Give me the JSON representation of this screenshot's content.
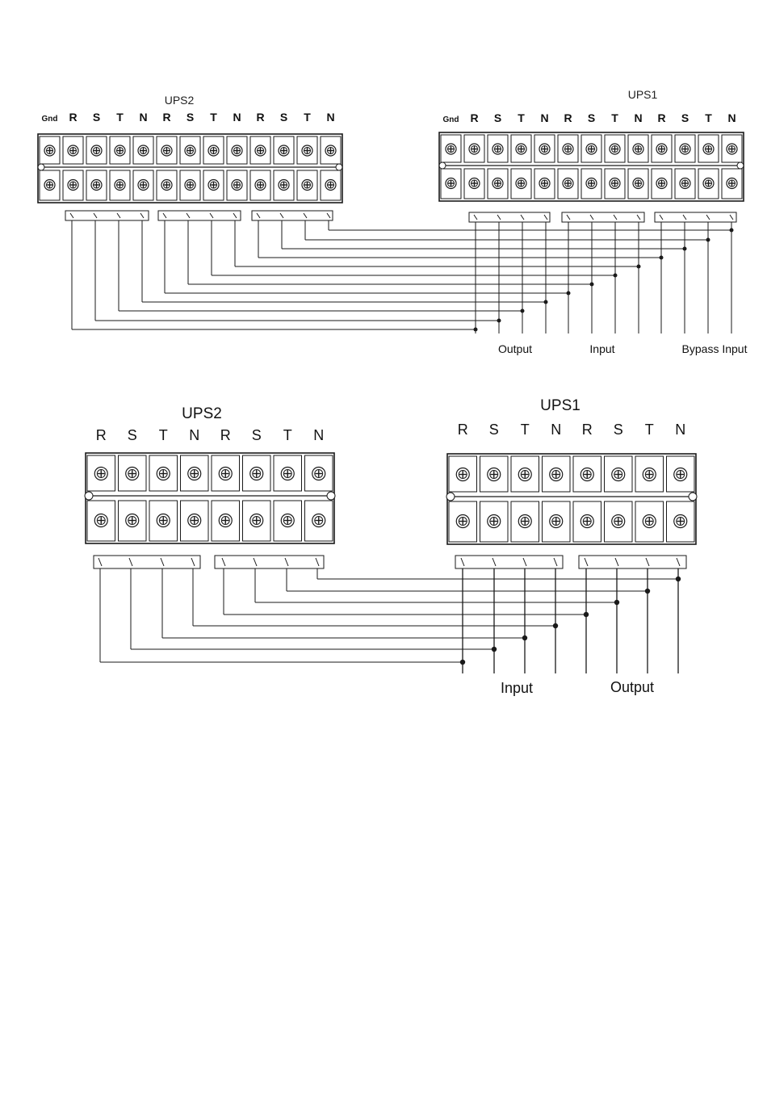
{
  "diagram1": {
    "ups2": {
      "title": "UPS2",
      "terminals": [
        "Gnd",
        "R",
        "S",
        "T",
        "N",
        "R",
        "S",
        "T",
        "N",
        "R",
        "S",
        "T",
        "N"
      ]
    },
    "ups1": {
      "title": "UPS1",
      "terminals": [
        "Gnd",
        "R",
        "S",
        "T",
        "N",
        "R",
        "S",
        "T",
        "N",
        "R",
        "S",
        "T",
        "N"
      ]
    },
    "groups": [
      "Output",
      "Input",
      "Bypass Input"
    ]
  },
  "diagram2": {
    "ups2": {
      "title": "UPS2",
      "terminals": [
        "R",
        "S",
        "T",
        "N",
        "R",
        "S",
        "T",
        "N"
      ]
    },
    "ups1": {
      "title": "UPS1",
      "terminals": [
        "R",
        "S",
        "T",
        "N",
        "R",
        "S",
        "T",
        "N"
      ]
    },
    "groups": [
      "Input",
      "Output"
    ]
  },
  "colors": {
    "line": "#1a1a1a",
    "fill": "#ffffff"
  }
}
